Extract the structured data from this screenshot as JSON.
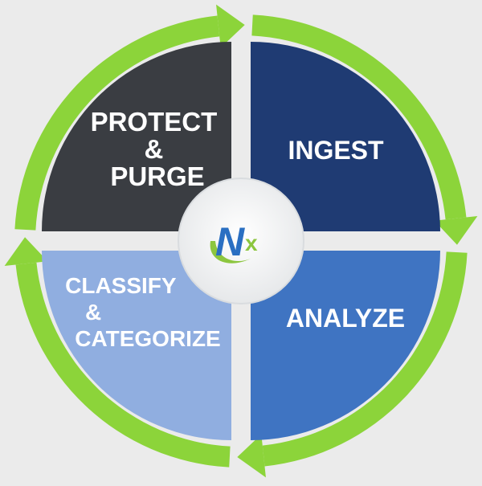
{
  "diagram": {
    "center_logo": {
      "text": "Nx",
      "colors": {
        "n": "#2a6fc2",
        "x": "#8cc63f",
        "swoosh": "#8cc63f"
      }
    },
    "arrow_color": "#8cd43a",
    "steps": [
      {
        "key": "ingest",
        "lines": [
          "INGEST"
        ],
        "fill": "#1f3b73",
        "text_color": "#ffffff"
      },
      {
        "key": "analyze",
        "lines": [
          "ANALYZE"
        ],
        "fill": "#3f74c2",
        "text_color": "#ffffff"
      },
      {
        "key": "classify",
        "lines": [
          "CLASSIFY",
          "&",
          "CATEGORIZE"
        ],
        "fill": "#90aee0",
        "text_color": "#ffffff"
      },
      {
        "key": "protect",
        "lines": [
          "PROTECT",
          "&",
          "PURGE"
        ],
        "fill": "#3a3d42",
        "text_color": "#ffffff"
      }
    ]
  }
}
